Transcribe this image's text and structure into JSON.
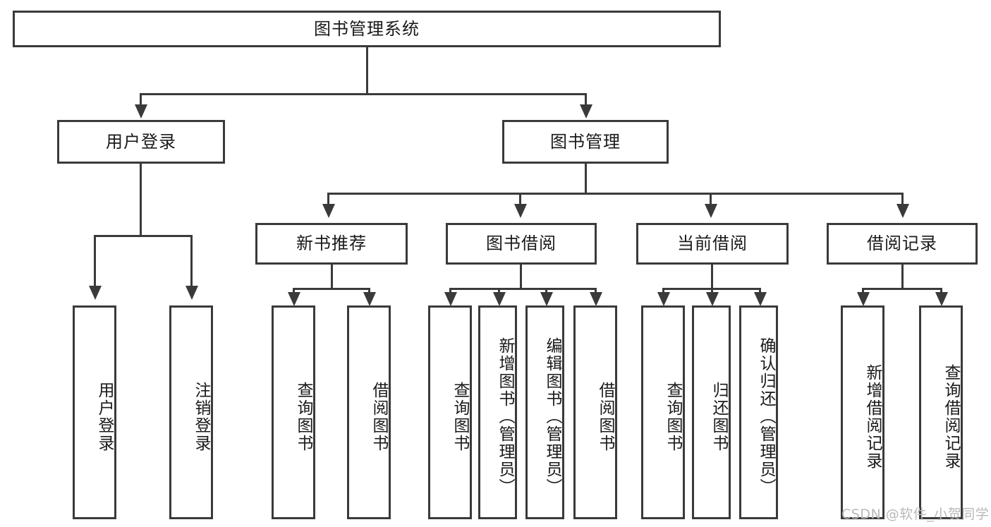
{
  "diagram": {
    "title": "图书管理系统",
    "type": "hierarchy-tree",
    "root": {
      "label": "图书管理系统"
    },
    "level2": [
      {
        "label": "用户登录"
      },
      {
        "label": "图书管理"
      }
    ],
    "level3": [
      {
        "label": "新书推荐"
      },
      {
        "label": "图书借阅"
      },
      {
        "label": "当前借阅"
      },
      {
        "label": "借阅记录"
      }
    ],
    "leaves": {
      "user_login": [
        {
          "label": "用户登录"
        },
        {
          "label": "注销登录"
        }
      ],
      "new_book_recommend": [
        {
          "label": "查询图书"
        },
        {
          "label": "借阅图书"
        }
      ],
      "book_borrow": [
        {
          "label": "查询图书"
        },
        {
          "label": "新增图书（管理员）"
        },
        {
          "label": "编辑图书（管理员）"
        },
        {
          "label": "借阅图书"
        }
      ],
      "current_borrow": [
        {
          "label": "查询图书"
        },
        {
          "label": "归还图书"
        },
        {
          "label": "确认归还（管理员）"
        }
      ],
      "borrow_records": [
        {
          "label": "新增借阅记录"
        },
        {
          "label": "查询借阅记录"
        }
      ]
    }
  },
  "watermark": {
    "text": "CSDN @软件_小贺同学"
  },
  "colors": {
    "stroke": "#3a3a3a",
    "background": "#ffffff",
    "text": "#1a1a1a",
    "watermark": "#b9b9b9"
  }
}
